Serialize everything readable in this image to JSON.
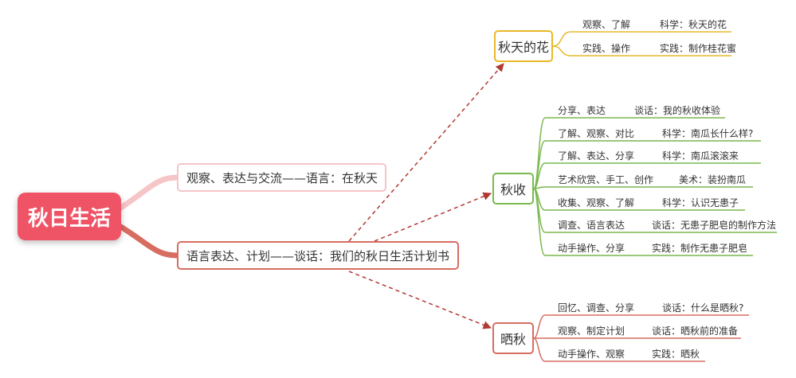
{
  "root": {
    "label": "秋日生活"
  },
  "branches": [
    {
      "label": "观察、表达与交流——语言：在秋天"
    },
    {
      "label": "语言表达、计划——谈话：我们的秋日生活计划书"
    }
  ],
  "topics": [
    {
      "label": "秋天的花",
      "color": "#e8b828",
      "items": [
        {
          "skill": "观察、了解",
          "activity": "科学：秋天的花"
        },
        {
          "skill": "实践、操作",
          "activity": "实践：制作桂花蜜"
        }
      ]
    },
    {
      "label": "秋收",
      "color": "#79b94d",
      "items": [
        {
          "skill": "分享、表达",
          "activity": "谈话：我的秋收体验"
        },
        {
          "skill": "了解、观察、对比",
          "activity": "科学：南瓜长什么样?"
        },
        {
          "skill": "了解、表达、分享",
          "activity": "科学：南瓜滚滚来"
        },
        {
          "skill": "艺术欣赏、手工、创作",
          "activity": "美术：装扮南瓜"
        },
        {
          "skill": "收集、观察、了解",
          "activity": "科学：认识无患子"
        },
        {
          "skill": "调查、语言表达",
          "activity": "谈话：无患子肥皂的制作方法"
        },
        {
          "skill": "动手操作、分享",
          "activity": "实践：制作无患子肥皂"
        }
      ]
    },
    {
      "label": "晒秋",
      "color": "#d76d61",
      "items": [
        {
          "skill": "回忆、调查、分享",
          "activity": "谈话：什么是晒秋?"
        },
        {
          "skill": "观察、制定计划",
          "activity": "谈话：晒秋前的准备"
        },
        {
          "skill": "动手操作、观察",
          "activity": "实践：晒秋"
        }
      ]
    }
  ]
}
